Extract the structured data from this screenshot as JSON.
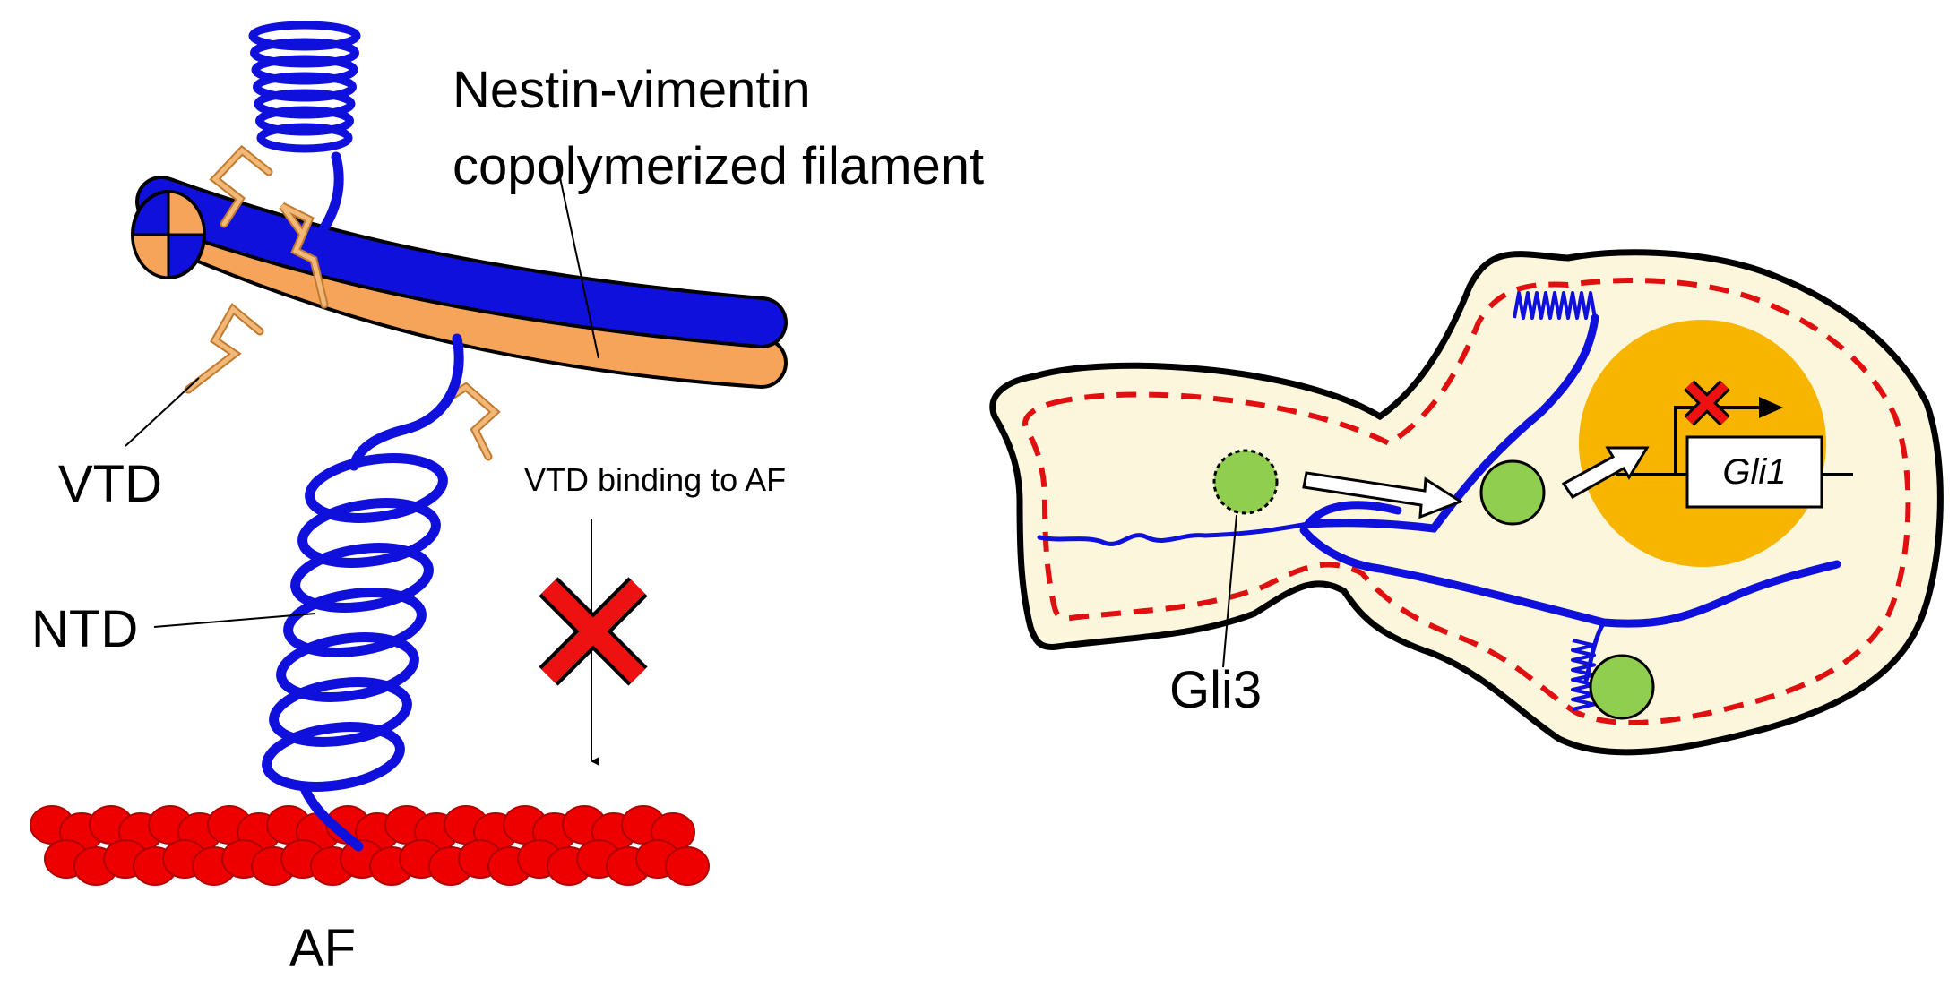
{
  "labels": {
    "filament_title_line1": "Nestin-vimentin",
    "filament_title_line2": "copolymerized filament",
    "vtd": "VTD",
    "ntd": "NTD",
    "af": "AF",
    "vtd_binding": "VTD binding to AF",
    "gli3": "Gli3",
    "gli1": "Gli1"
  },
  "colors": {
    "nestin_blue": "#1010dd",
    "vimentin_orange": "#f5a45a",
    "vtd_tan": "#e8a25a",
    "actin_red": "#ee0000",
    "cross_red": "#ee1111",
    "cell_fill": "#fbf6dc",
    "membrane_dash": "#e01010",
    "nucleus": "#f7b500",
    "gli_green": "#8fce4f"
  },
  "icons": [
    "inhibition-cross-icon",
    "transcription-arrow-icon",
    "translocation-arrow-icon"
  ]
}
